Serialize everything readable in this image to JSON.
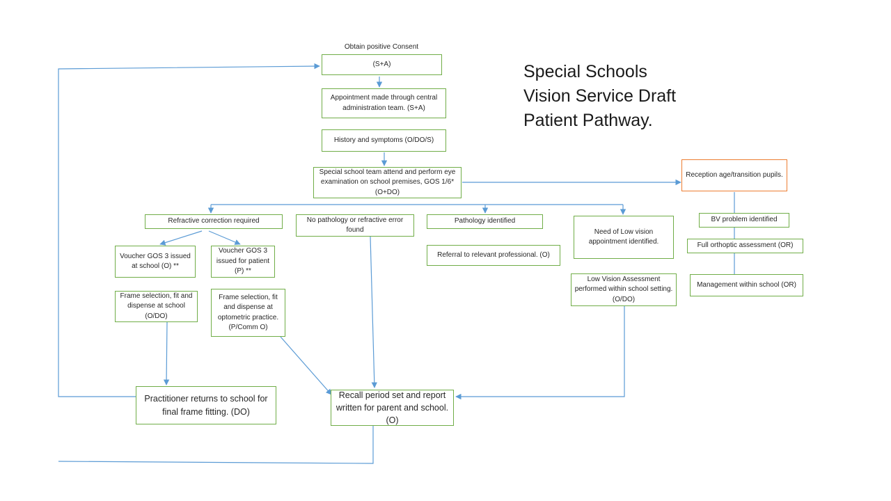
{
  "title_lines": [
    "Special Schools",
    "Vision Service Draft",
    "Patient Pathway."
  ],
  "boxes": {
    "consent_label": "Obtain positive Consent",
    "consent": "(S+A)",
    "appointment": "Appointment made through central administration team. (S+A)",
    "history": "History and symptoms (O/DO/S)",
    "exam": "Special school team attend and perform eye examination on school premises, GOS 1/6* (O+DO)",
    "reception": "Reception age/transition pupils.",
    "refractive": "Refractive correction required",
    "no_pathology": "No pathology or refractive error found",
    "pathology": "Pathology identified",
    "low_vision_need": "Need of Low vision appointment identified.",
    "bv_problem": "BV problem identified",
    "voucher_school": "Voucher GOS 3 issued at school (O) **",
    "voucher_patient": "Voucher GOS 3 issued for patient (P) **",
    "referral": "Referral to relevant professional. (O)",
    "orthoptic": "Full orthoptic assessment (OR)",
    "frame_school": "Frame selection, fit and dispense at school (O/DO)",
    "frame_practice": "Frame selection, fit and dispense at optometric practice. (P/Comm O)",
    "low_vision_assessment": "Low Vision Assessment performed within school setting. (O/DO)",
    "management": "Management within school (OR)",
    "practitioner_returns": "Practitioner returns to school for final frame fitting. (DO)",
    "recall": "Recall period set and report written for parent and school. (O)"
  },
  "colors": {
    "box_border": "#70ad47",
    "reception_border": "#ed7d31",
    "connector": "#5b9bd5"
  }
}
